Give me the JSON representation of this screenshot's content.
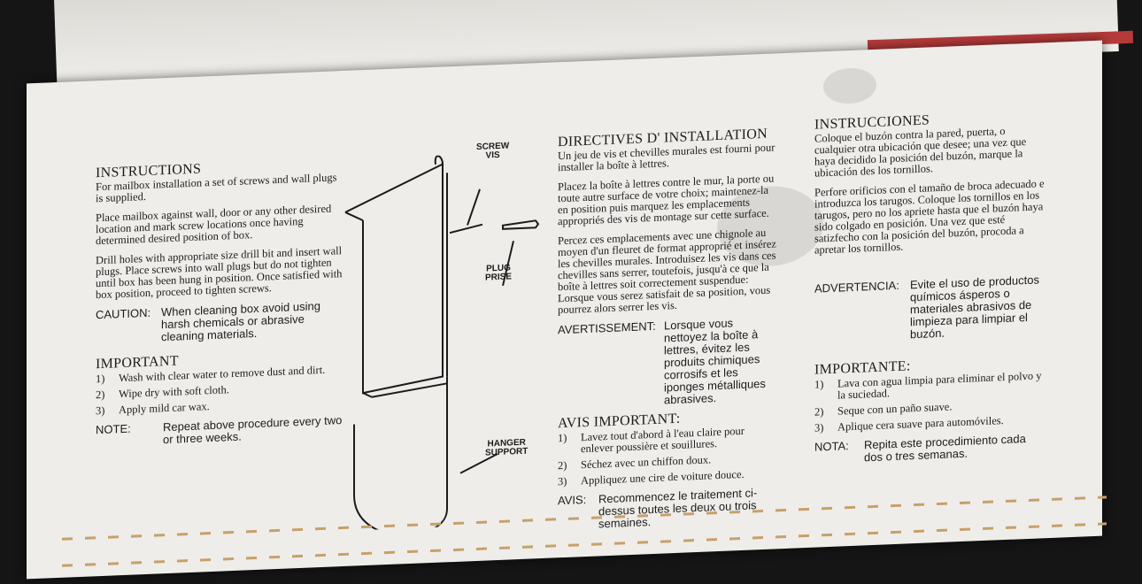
{
  "english": {
    "title": "INSTRUCTIONS",
    "p1": "For mailbox installation a set of screws and wall plugs is supplied.",
    "p2": "Place mailbox against wall, door or any other desired location and mark screw locations once having determined desired position of box.",
    "p3": "Drill holes with appropriate size drill bit and insert wall plugs. Place screws into wall plugs but do not tighten until box has been hung in position. Once satisfied with box position, proceed to tighten screws.",
    "caution_label": "CAUTION:",
    "caution_text": "When cleaning box avoid using harsh chemicals or abrasive cleaning materials.",
    "important_title": "IMPORTANT",
    "steps": [
      {
        "num": "1)",
        "text": "Wash with clear water to remove dust and dirt."
      },
      {
        "num": "2)",
        "text": "Wipe dry with soft cloth."
      },
      {
        "num": "3)",
        "text": "Apply mild car wax."
      }
    ],
    "note_label": "NOTE:",
    "note_text": "Repeat above procedure every two or three weeks."
  },
  "diagram": {
    "screw": "SCREW",
    "vis": "VIS",
    "plug": "PLUG",
    "prise": "PRISE",
    "hanger": "HANGER",
    "support": "SUPPORT"
  },
  "french": {
    "title": "DIRECTIVES D' INSTALLATION",
    "p1": "Un jeu de vis et chevilles murales est fourni pour installer la boîte à lettres.",
    "p2": "Placez la boîte à lettres contre le mur, la porte ou toute autre surface de votre choix; maintenez-la en position puis marquez les emplacements appropriés des vis de montage sur cette surface.",
    "p3": "Percez ces emplacements avec une chignole au moyen d'un fleuret de format approprié et insérez les chevilles murales. Introduisez les vis dans ces chevilles sans serrer, toutefois, jusqu'à ce que la boîte à lettres soit correctement suspendue: Lorsque vous serez satisfait de sa position, vous pourrez alors serrer les vis.",
    "warning_label": "AVERTISSEMENT:",
    "warning_text": "Lorsque vous nettoyez la boîte à lettres, évitez les produits chimiques corrosifs et les iponges métalliques abrasives.",
    "important_title": "AVIS IMPORTANT:",
    "steps": [
      {
        "num": "1)",
        "text": "Lavez tout d'abord à l'eau claire pour enlever poussière et souillures."
      },
      {
        "num": "2)",
        "text": "Séchez avec un chiffon doux."
      },
      {
        "num": "3)",
        "text": "Appliquez une cire de voiture douce."
      }
    ],
    "note_label": "AVIS:",
    "note_text": "Recommencez le traitement ci-dessus toutes les deux ou trois semaines."
  },
  "spanish": {
    "title": "INSTRUCCIONES",
    "p1": "Coloque el buzón contra la pared, puerta, o cualquier otra ubicación que desee; una vez que haya decidido la posición del buzón, marque la ubicación des los tornillos.",
    "p2": "Perfore orificios con el tamaño de broca adecuado e introduzca los tarugos. Coloque los tornillos en los tarugos, pero no los apriete hasta que el buzón haya sido colgado en posición. Una vez que esté satizfecho con la posición del buzón, procoda a apretar los tornillos.",
    "warning_label": "ADVERTENCIA:",
    "warning_text": "Evite el uso de productos químicos ásperos o materiales abrasivos de limpieza para limpiar el buzón.",
    "important_title": "IMPORTANTE:",
    "steps": [
      {
        "num": "1)",
        "text": "Lava con agua limpia para eliminar el polvo y la suciedad."
      },
      {
        "num": "2)",
        "text": "Seque con un paño suave."
      },
      {
        "num": "3)",
        "text": "Aplique cera suave para automóviles."
      }
    ],
    "note_label": "NOTA:",
    "note_text": "Repita este procedimiento cada dos o tres semanas."
  }
}
